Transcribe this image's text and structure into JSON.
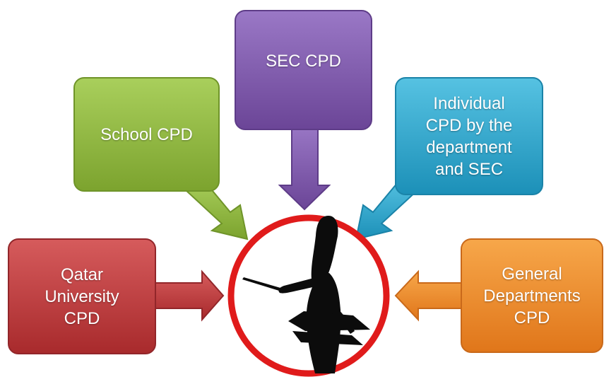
{
  "diagram": {
    "boxes": [
      {
        "id": "sec",
        "label": "SEC CPD",
        "color": "#7b55a8"
      },
      {
        "id": "school",
        "label": "School CPD",
        "color": "#8db63c"
      },
      {
        "id": "individual",
        "label": "Individual\nCPD by the\ndepartment\nand SEC",
        "color": "#2aa7cf"
      },
      {
        "id": "qatar",
        "label": "Qatar\nUniversity\nCPD",
        "color": "#c0393b"
      },
      {
        "id": "general",
        "label": "General\nDepartments\nCPD",
        "color": "#f08a23"
      }
    ],
    "center": {
      "ring_color": "#e01b1b",
      "icon": "conductor-silhouette-icon"
    }
  }
}
